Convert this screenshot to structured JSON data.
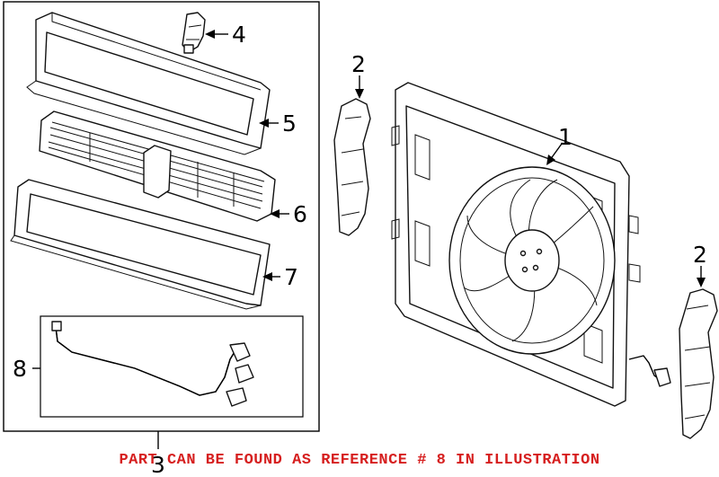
{
  "callouts": {
    "c1": "1",
    "c2a": "2",
    "c2b": "2",
    "c3": "3",
    "c4": "4",
    "c5": "5",
    "c6": "6",
    "c7": "7",
    "c8": "8"
  },
  "note": "PART CAN BE FOUND AS REFERENCE # 8 IN ILLUSTRATION",
  "colors": {
    "note": "#d61f1f",
    "line": "#111111",
    "background": "#ffffff"
  }
}
